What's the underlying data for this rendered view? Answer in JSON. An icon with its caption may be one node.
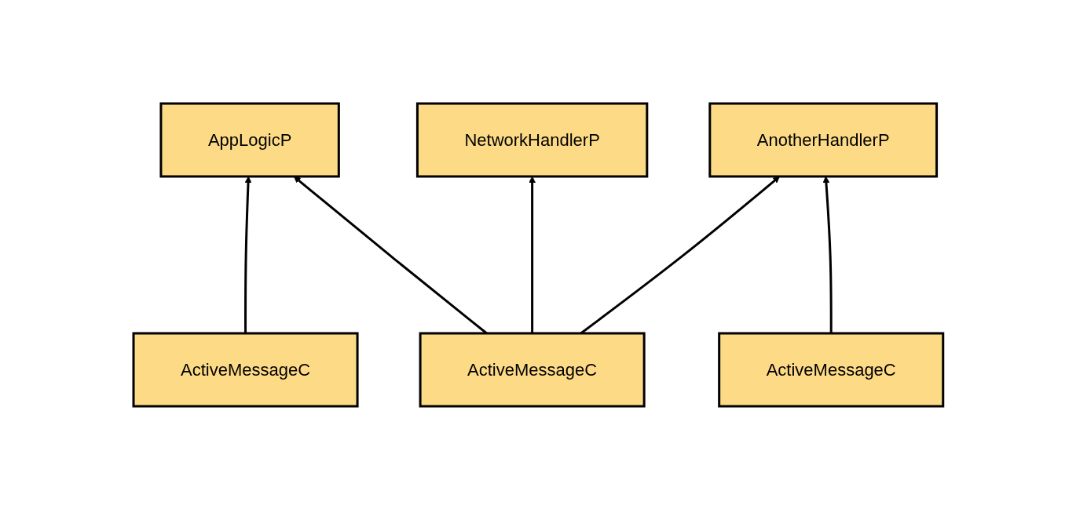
{
  "diagram": {
    "nodes": [
      {
        "text": [
          "AppLogicP"
        ]
      },
      {
        "text": [
          "NetworkHandlerP"
        ]
      },
      {
        "text": [
          "AnotherHandlerP"
        ]
      },
      {
        "text": [
          "ActiveMessageC"
        ]
      },
      {
        "text": [
          "ActiveMessageC"
        ]
      },
      {
        "text": [
          "ActiveMessageC"
        ]
      }
    ],
    "edges": [
      {
        "from": 3,
        "to": 0,
        "arrow": "to"
      },
      {
        "from": 4,
        "to": 0,
        "arrow": "to"
      },
      {
        "from": 4,
        "to": 1,
        "arrow": "to"
      },
      {
        "from": 4,
        "to": 2,
        "arrow": "to"
      },
      {
        "from": 5,
        "to": 2,
        "arrow": "to"
      }
    ]
  }
}
